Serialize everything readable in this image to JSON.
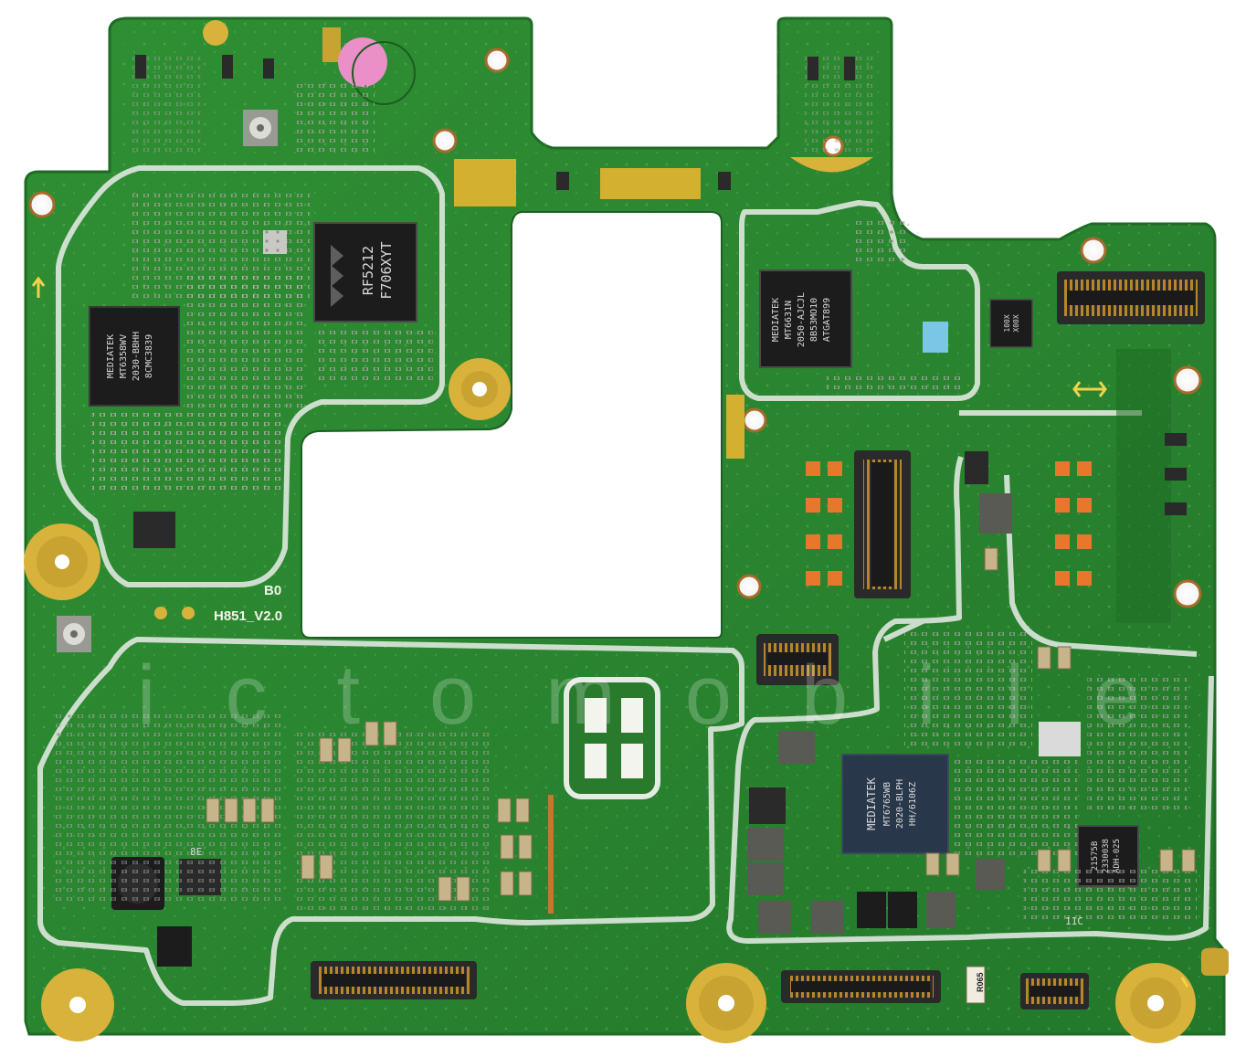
{
  "board": {
    "model_label": "H851_V2.0",
    "revision_label": "B0",
    "watermark": "ictomobile",
    "colors": {
      "solder_mask": "#2e8a30",
      "solder_mask_dark": "#1f6b24",
      "silkscreen_trace": "#dfe8df",
      "gold_pad": "#d8b23a",
      "copper_pad": "#e8772e",
      "chip_body": "#1c1c1c",
      "pink_part": "#ea8fc8",
      "blue_part": "#79c6e6"
    }
  },
  "chips": {
    "mediatek_pmic": {
      "line1": "MEDIATEK",
      "line2": "MT6358WV",
      "line3": "2030-BBHH",
      "line4": "8CMC3839"
    },
    "rf_transceiver": {
      "line1": "RF5212",
      "line2": "F706XYT"
    },
    "mediatek_wifi": {
      "line1": "MEDIATEK",
      "line2": "MT6631N",
      "line3": "2050-AJCJL",
      "line4": "8B53MO10",
      "line5": "ATGAT899"
    },
    "mediatek_soc": {
      "line1": "MEDIATEK",
      "line2": "MT6765WB",
      "line3": "2020-BLPH",
      "line4": "HH/6106Z"
    },
    "small_ic": {
      "line1": "21575B",
      "line2": "2330038",
      "line3": "ADH-025"
    },
    "small_ic_top": {
      "line1": "100X",
      "line2": "X00X"
    },
    "marking_r065": "R065",
    "marking_11c": "11C",
    "marking_8e": "8E"
  }
}
